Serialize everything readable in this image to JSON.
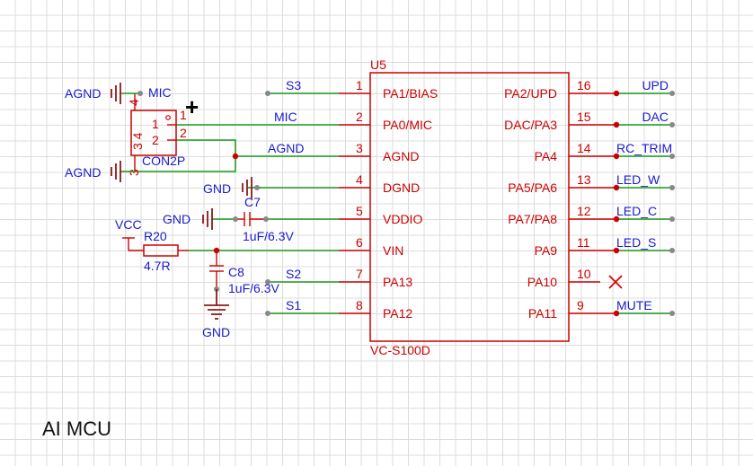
{
  "title": "AI MCU",
  "chip": {
    "ref": "U5",
    "part": "VC-S100D",
    "left_pins": [
      {
        "num": "1",
        "name": "PA1/BIAS",
        "net": "S3"
      },
      {
        "num": "2",
        "name": "PA0/MIC",
        "net": "MIC"
      },
      {
        "num": "3",
        "name": "AGND",
        "net": "AGND"
      },
      {
        "num": "4",
        "name": "DGND",
        "net": ""
      },
      {
        "num": "5",
        "name": "VDDIO",
        "net": ""
      },
      {
        "num": "6",
        "name": "VIN",
        "net": ""
      },
      {
        "num": "7",
        "name": "PA13",
        "net": "S2"
      },
      {
        "num": "8",
        "name": "PA12",
        "net": "S1"
      }
    ],
    "right_pins": [
      {
        "num": "16",
        "name": "PA2/UPD",
        "net": "UPD"
      },
      {
        "num": "15",
        "name": "DAC/PA3",
        "net": "DAC"
      },
      {
        "num": "14",
        "name": "PA4",
        "net": "RC_TRIM"
      },
      {
        "num": "13",
        "name": "PA5/PA6",
        "net": "LED_W"
      },
      {
        "num": "12",
        "name": "PA7/PA8",
        "net": "LED_C"
      },
      {
        "num": "11",
        "name": "PA9",
        "net": "LED_S"
      },
      {
        "num": "10",
        "name": "PA10",
        "net": ""
      },
      {
        "num": "9",
        "name": "PA11",
        "net": "MUTE"
      }
    ]
  },
  "connector": {
    "ref": "CON2P",
    "plus": "+",
    "pin_top": "4",
    "pin_bottom": "3",
    "pin_vert": "3 4",
    "pin1": "1",
    "pin2": "2",
    "ext1": "1",
    "ext2": "2",
    "net_top_agnd": "AGND",
    "net_top_mic": "MIC",
    "net_bot_agnd": "AGND"
  },
  "c7": {
    "ref": "C7",
    "value": "1uF/6.3V",
    "gnd": "GND"
  },
  "c8": {
    "ref": "C8",
    "value": "1uF/6.3V",
    "gnd": "GND"
  },
  "r20": {
    "ref": "R20",
    "value": "4.7R",
    "vcc": "VCC"
  },
  "dgnd": {
    "gnd": "GND"
  }
}
